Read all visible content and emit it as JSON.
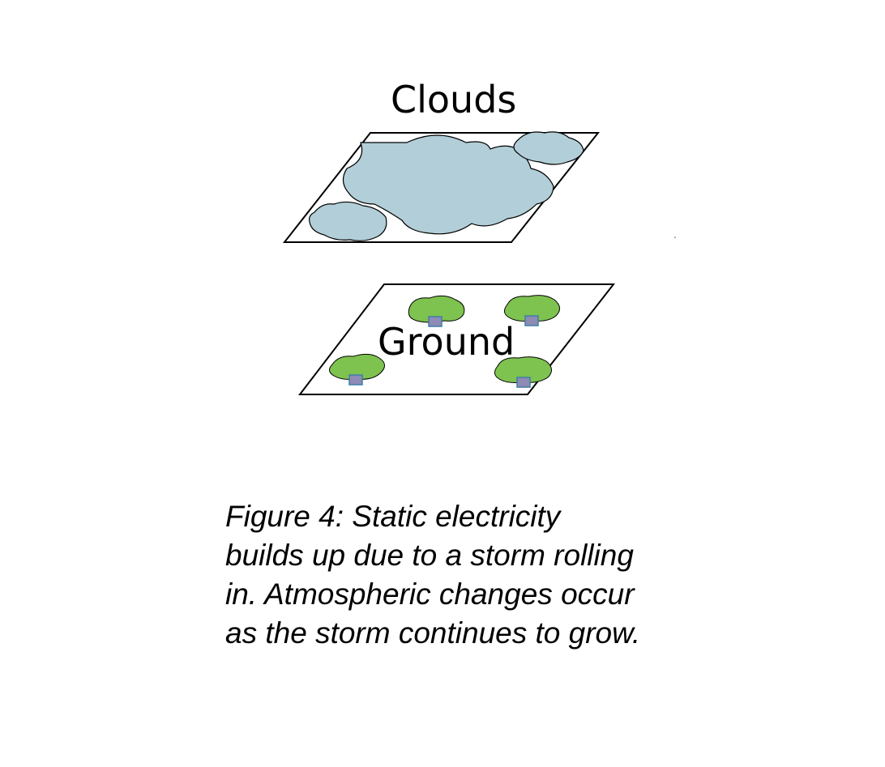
{
  "layers": {
    "clouds": {
      "label": "Clouds"
    },
    "ground": {
      "label": "Ground"
    }
  },
  "caption": {
    "lines": [
      "Figure 4: Static electricity",
      "builds up due to a storm rolling",
      "in. Atmospheric changes occur",
      "as the storm continues to grow."
    ]
  },
  "colors": {
    "cloud_fill": "#b2ced8",
    "tree_canopy": "#7ec250",
    "tree_trunk_fill": "#8e8bb4",
    "tree_trunk_stroke": "#3e7ea8",
    "outline": "#000000"
  }
}
